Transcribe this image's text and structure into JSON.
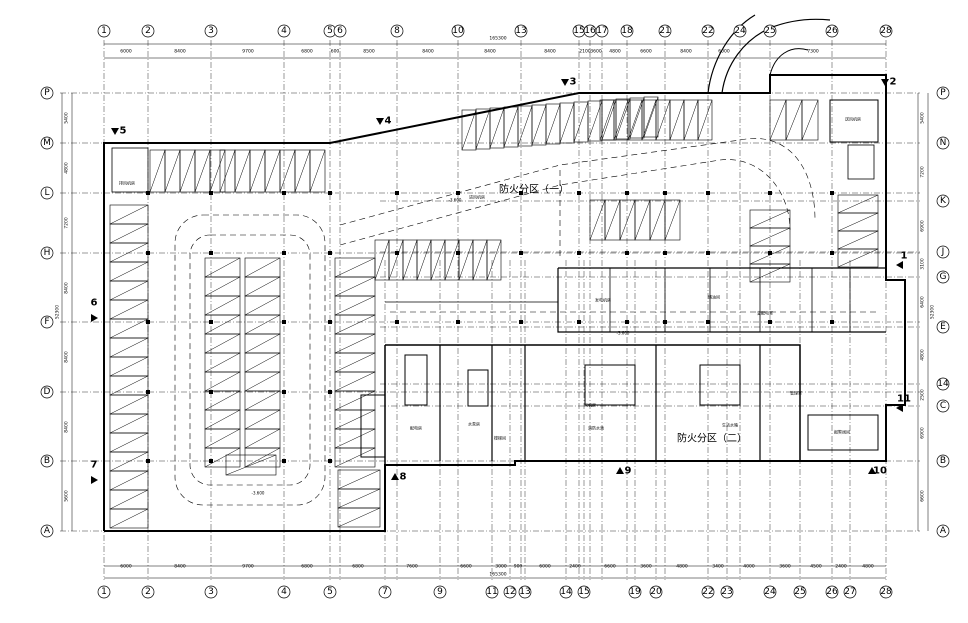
{
  "axes": {
    "top": [
      "1",
      "2",
      "3",
      "4",
      "5",
      "6",
      "8",
      "10",
      "13",
      "15",
      "16",
      "17",
      "18",
      "21",
      "22",
      "24",
      "25",
      "26",
      "28"
    ],
    "bottom": [
      "1",
      "2",
      "3",
      "4",
      "5",
      "7",
      "9",
      "11",
      "12",
      "13",
      "14",
      "15",
      "19",
      "20",
      "22",
      "23",
      "24",
      "25",
      "26",
      "27",
      "28"
    ],
    "left": [
      "P",
      "M",
      "L",
      "H",
      "F",
      "D",
      "B",
      "A"
    ],
    "right": [
      "P",
      "N",
      "K",
      "J",
      "G",
      "E",
      "14",
      "C",
      "B",
      "A"
    ]
  },
  "dims": {
    "top": [
      "6000",
      "8400",
      "9700",
      "6800",
      "600",
      "8500",
      "8400",
      "8400",
      "8400",
      "2100",
      "3600",
      "4800",
      "6600",
      "8400",
      "6000",
      "7300"
    ],
    "top_total": "165300",
    "bottom": [
      "6000",
      "8400",
      "9700",
      "6800",
      "6800",
      "7600",
      "6600",
      "3000",
      "900",
      "6000",
      "2400",
      "6600",
      "3600",
      "4800",
      "3400",
      "4000",
      "3600",
      "4500",
      "2400",
      "4800"
    ],
    "bottom_total": "165300",
    "left": [
      "5400",
      "4800",
      "7200",
      "8400",
      "8400",
      "8400",
      "5600"
    ],
    "left_total": "52300",
    "right": [
      "5400",
      "7200",
      "6900",
      "3100",
      "6400",
      "4800",
      "2500",
      "6900",
      "6600"
    ],
    "right_total": "52300"
  },
  "zones": {
    "zone1": "防火分区（一）",
    "zone2": "防火分区（二）"
  },
  "markers": [
    "1",
    "2",
    "3",
    "4",
    "5",
    "6",
    "7",
    "8",
    "9",
    "10",
    "11"
  ],
  "elevations": [
    "-3.600",
    "-3.600",
    "-3.600"
  ],
  "rooms": [
    "排风机房",
    "进风机房",
    "送风机房",
    "配电房",
    "水泵房",
    "消防水池",
    "发电机房",
    "储油间",
    "变配电室",
    "生活水箱",
    "报警阀间",
    "楼梯间",
    "风机房",
    "管理室"
  ]
}
